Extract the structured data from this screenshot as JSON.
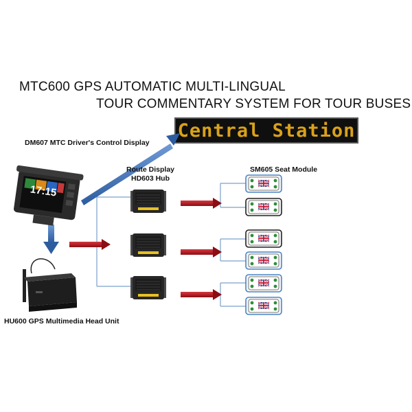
{
  "title": {
    "line1": "MTC600 GPS AUTOMATIC MULTI-LINGUAL",
    "line2": "TOUR COMMENTARY SYSTEM FOR TOUR BUSES"
  },
  "led_sign": {
    "text": "Central Station",
    "color": "#d9a21a"
  },
  "labels": {
    "driver_display": "DM607 MTC Driver's Control Display",
    "route_display_line1": "Route Display",
    "route_display_line2": "HD603 Hub",
    "seat_module": "SM605 Seat Module",
    "head_unit": "HU600 GPS Multimedia Head Unit"
  },
  "driver_display_screen": {
    "time": "17:15"
  },
  "colors": {
    "arrow_red": "#b3131b",
    "arrow_blue": "#3a6fb5",
    "connector_line": "#7aa0cc",
    "seat_accent": "#4a86c8"
  },
  "seat_modules": [
    {
      "frame": "blue"
    },
    {
      "frame": "dark"
    },
    {
      "frame": "dark"
    },
    {
      "frame": "blue"
    },
    {
      "frame": "blue"
    },
    {
      "frame": "blue"
    }
  ]
}
